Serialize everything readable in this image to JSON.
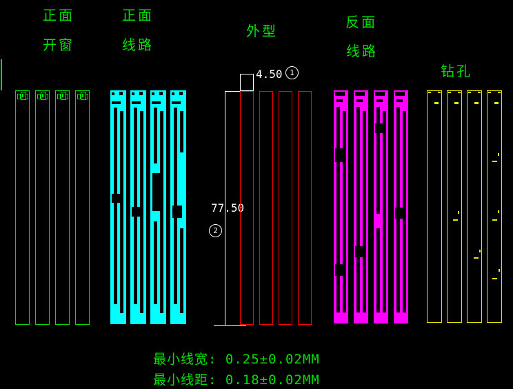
{
  "layers": [
    {
      "name": "front-window",
      "label_lines": [
        "正面",
        "开窗"
      ],
      "color": "#00e000"
    },
    {
      "name": "front-circuit",
      "label_lines": [
        "正面",
        "线路"
      ],
      "color": "#00ffff"
    },
    {
      "name": "outline",
      "label_lines": [
        "外型"
      ],
      "color": "#ff0000"
    },
    {
      "name": "back-circuit",
      "label_lines": [
        "反面",
        "线路"
      ],
      "color": "#ff00ff"
    },
    {
      "name": "drill",
      "label_lines": [
        "钻孔"
      ],
      "color": "#e8e800"
    }
  ],
  "dimensions": {
    "width": {
      "value": "4.50",
      "balloon": "1"
    },
    "height": {
      "value": "77.50",
      "balloon": "2"
    }
  },
  "notes": {
    "min_line_width": "最小线宽: 0.25±0.02MM",
    "min_line_space": "最小线距: 0.18±0.02MM"
  },
  "colors": {
    "background": "#000000",
    "annotation": "#ffffff",
    "label_text": "#00e000",
    "front_window": "#00e000",
    "front_circuit": "#00ffff",
    "outline_panel": "#ffffff",
    "outline_part": "#ff0000",
    "back_circuit": "#ff00ff",
    "drill": "#e8e800"
  },
  "strips_per_group": 4
}
